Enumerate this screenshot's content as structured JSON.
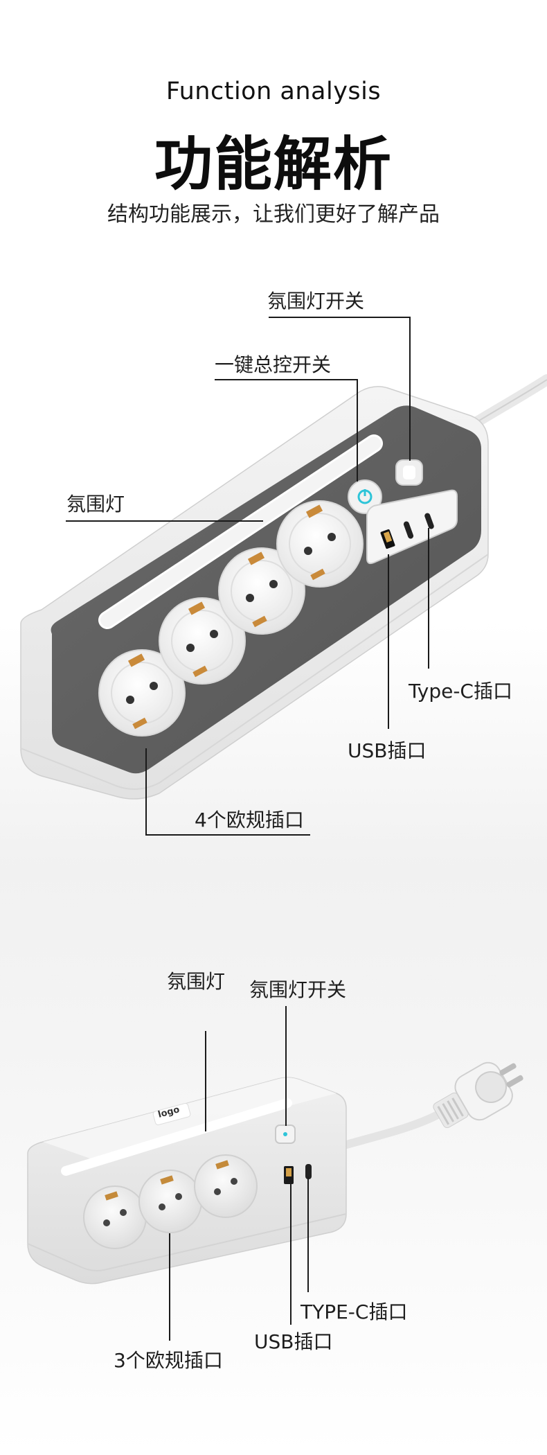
{
  "header": {
    "subtitle_en": "Function analysis",
    "title_cn": "功能解析",
    "description": "结构功能展示，让我们更好了解产品"
  },
  "product1": {
    "labels": {
      "ambient_switch": "氛围灯开关",
      "master_switch": "一键总控开关",
      "ambient_light": "氛围灯",
      "typec_port": "Type-C插口",
      "usb_port": "USB插口",
      "eu_sockets": "4个欧规插口"
    }
  },
  "product2": {
    "logo_text": "logo",
    "labels": {
      "ambient_light": "氛围灯",
      "ambient_switch": "氛围灯开关",
      "typec_port": "TYPE-C插口",
      "usb_port": "USB插口",
      "eu_sockets": "3个欧规插口"
    }
  }
}
